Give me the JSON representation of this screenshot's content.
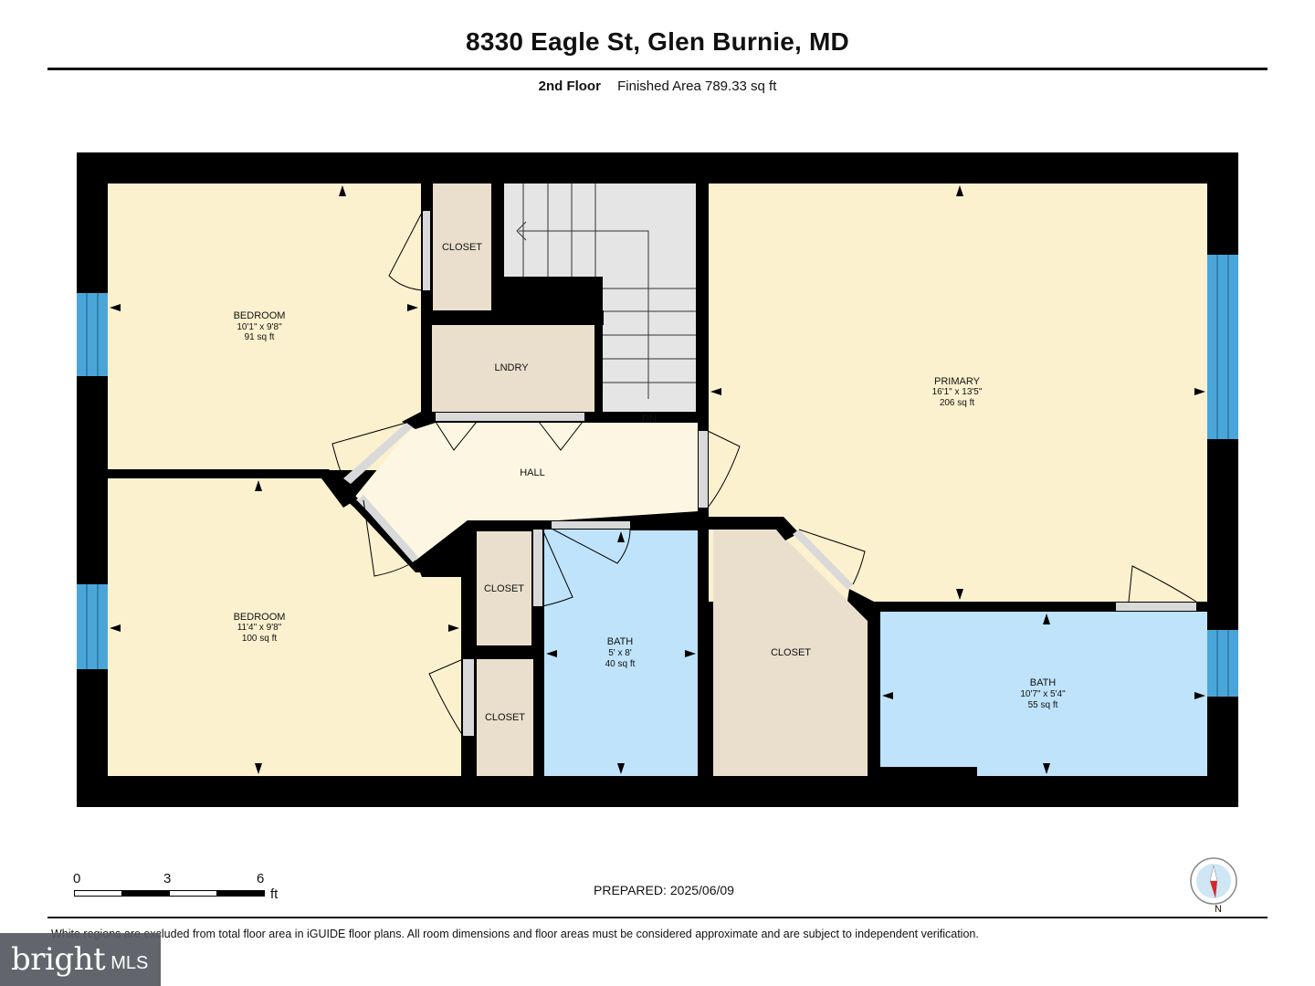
{
  "header": {
    "address": "8330 Eagle St, Glen Burnie, MD",
    "floor": "2nd Floor",
    "finished_area": "Finished Area 789.33 sq ft"
  },
  "rooms": [
    {
      "name": "BEDROOM",
      "dims": "10'1\" x 9'8\"",
      "area": "91 sq ft"
    },
    {
      "name": "BEDROOM",
      "dims": "11'4\" x 9'8\"",
      "area": "100 sq ft"
    },
    {
      "name": "PRIMARY",
      "dims": "16'1\" x 13'5\"",
      "area": "206 sq ft"
    },
    {
      "name": "BATH",
      "dims": "5' x 8'",
      "area": "40 sq ft"
    },
    {
      "name": "BATH",
      "dims": "10'7\" x 5'4\"",
      "area": "55 sq ft"
    },
    {
      "name": "CLOSET"
    },
    {
      "name": "LNDRY"
    },
    {
      "name": "HALL"
    },
    {
      "name": "CLOSET"
    },
    {
      "name": "CLOSET"
    },
    {
      "name": "CLOSET"
    }
  ],
  "stairs_label": "DN",
  "scale_bar": {
    "ticks": [
      "0",
      "3",
      "6"
    ],
    "unit": "ft"
  },
  "prepared": {
    "label": "PREPARED:",
    "date": "2025/06/09"
  },
  "compass": {
    "north_label": "N"
  },
  "disclaimer": "White regions are excluded from total floor area in iGUIDE floor plans. All room dimensions and floor areas must be considered approximate and are subject to independent verification.",
  "watermark": {
    "brand": "bright",
    "suffix": "MLS"
  },
  "colors": {
    "wall": "#000000",
    "bedroom": "#fcf1cf",
    "hall": "#fdf6e2",
    "bath": "#bfe3fb",
    "closet": "#e9dfcc",
    "stairs": "#e5e5e5",
    "window": "#4aa6d8"
  }
}
